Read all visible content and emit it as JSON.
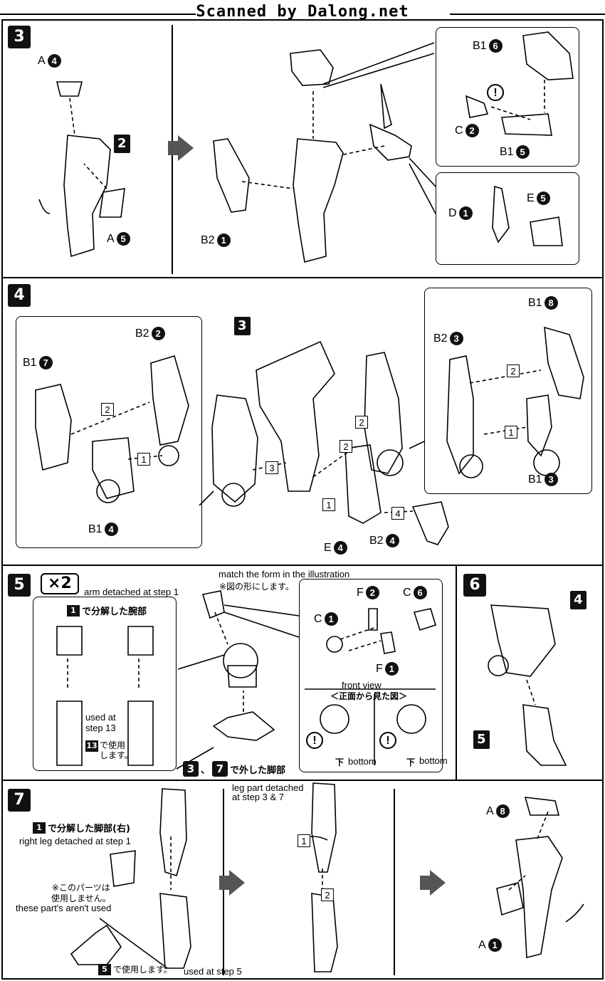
{
  "header": {
    "watermark": "Scanned by Dalong.net"
  },
  "step3": {
    "number": "3",
    "ref_box": "2",
    "parts": [
      {
        "letter": "A",
        "num": "4"
      },
      {
        "letter": "A",
        "num": "5"
      },
      {
        "letter": "B2",
        "num": "1"
      },
      {
        "letter": "B1",
        "num": "6"
      },
      {
        "letter": "C",
        "num": "2"
      },
      {
        "letter": "B1",
        "num": "5"
      },
      {
        "letter": "D",
        "num": "1"
      },
      {
        "letter": "E",
        "num": "5"
      }
    ],
    "caution": "!"
  },
  "step4": {
    "number": "4",
    "ref_box": "3",
    "parts": [
      {
        "letter": "B2",
        "num": "2"
      },
      {
        "letter": "B1",
        "num": "7"
      },
      {
        "letter": "B1",
        "num": "4"
      },
      {
        "letter": "B1",
        "num": "8"
      },
      {
        "letter": "B2",
        "num": "3"
      },
      {
        "letter": "B1",
        "num": "3"
      },
      {
        "letter": "E",
        "num": "4"
      },
      {
        "letter": "B2",
        "num": "4"
      }
    ],
    "order": [
      "2",
      "1",
      "3",
      "2",
      "1",
      "4",
      "2",
      "1",
      "2"
    ]
  },
  "step5": {
    "number": "5",
    "multiplier": "×2",
    "arm_note_en": "arm detached at step 1",
    "arm_note_jp_ref": "1",
    "arm_note_jp": "で分解した腕部",
    "used_en": "used at\nstep 13",
    "used_jp_ref": "13",
    "used_jp": "で使用\nします。",
    "match_en": "match the form in the illustration",
    "match_jp": "※図の形にします。",
    "leg_ref_a": "3",
    "leg_sep": "、",
    "leg_ref_b": "7",
    "leg_jp": "で外した脚部",
    "parts": [
      {
        "letter": "C",
        "num": "1"
      },
      {
        "letter": "F",
        "num": "2"
      },
      {
        "letter": "C",
        "num": "6"
      },
      {
        "letter": "F",
        "num": "1"
      }
    ],
    "front_view_en": "front view",
    "front_view_jp": "＜正面から見た図＞",
    "bottom_jp": "下",
    "bottom_en": "bottom",
    "caution": "!"
  },
  "step6": {
    "number": "6",
    "ref_top": "4",
    "ref_bottom": "5"
  },
  "step7": {
    "number": "7",
    "right_leg_ref": "1",
    "right_leg_jp": "で分解した脚部(右)",
    "right_leg_en": "right leg detached at step 1",
    "unused_jp": "※このパーツは\n使用しません。",
    "unused_en": "these part's aren't used",
    "used5_ref": "5",
    "used5_jp": "で使用します。",
    "used5_en": "used at step 5",
    "leg_part_en": "leg part detached\nat step 3 & 7",
    "order": [
      "1",
      "2"
    ],
    "parts": [
      {
        "letter": "A",
        "num": "8"
      },
      {
        "letter": "A",
        "num": "1"
      }
    ]
  }
}
